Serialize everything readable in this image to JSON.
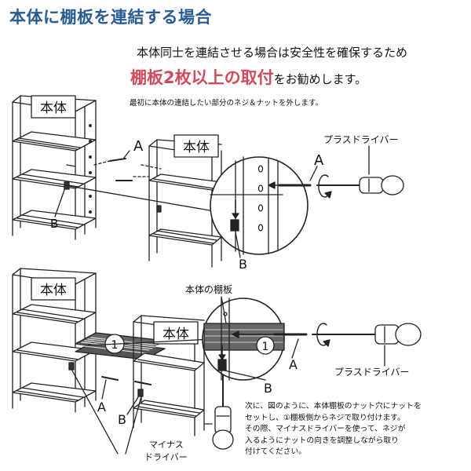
{
  "title": "本体に棚板を連結する場合",
  "intro": {
    "line1": "本体同士を連結させる場合は安全性を確保するため",
    "highlight": "棚板2枚以上の取付",
    "line2_rest": "をお勧めします。"
  },
  "step1_text": "最初に本体の連結したい部分のネジ＆ナットを外します。",
  "step2_lines": [
    "次に、図のように、本体棚板のナット穴にナットを",
    "セットし、①棚板側からネジで取り付けます。",
    "その際、マイナスドライバーを使って、ネジが",
    "入るようにナットの向きを調整しながら取り",
    "付けてください。"
  ],
  "labels": {
    "body": "本体",
    "a": "A",
    "b": "B",
    "phillips": "プラスドライバー",
    "body_shelf": "本体の棚板",
    "shelf_number": "1",
    "flat_driver_line1": "マイナス",
    "flat_driver_line2": "ドライバー"
  },
  "colors": {
    "title": "#2a5c94",
    "highlight": "#d24a5a",
    "shelf_dark": "#555555"
  }
}
